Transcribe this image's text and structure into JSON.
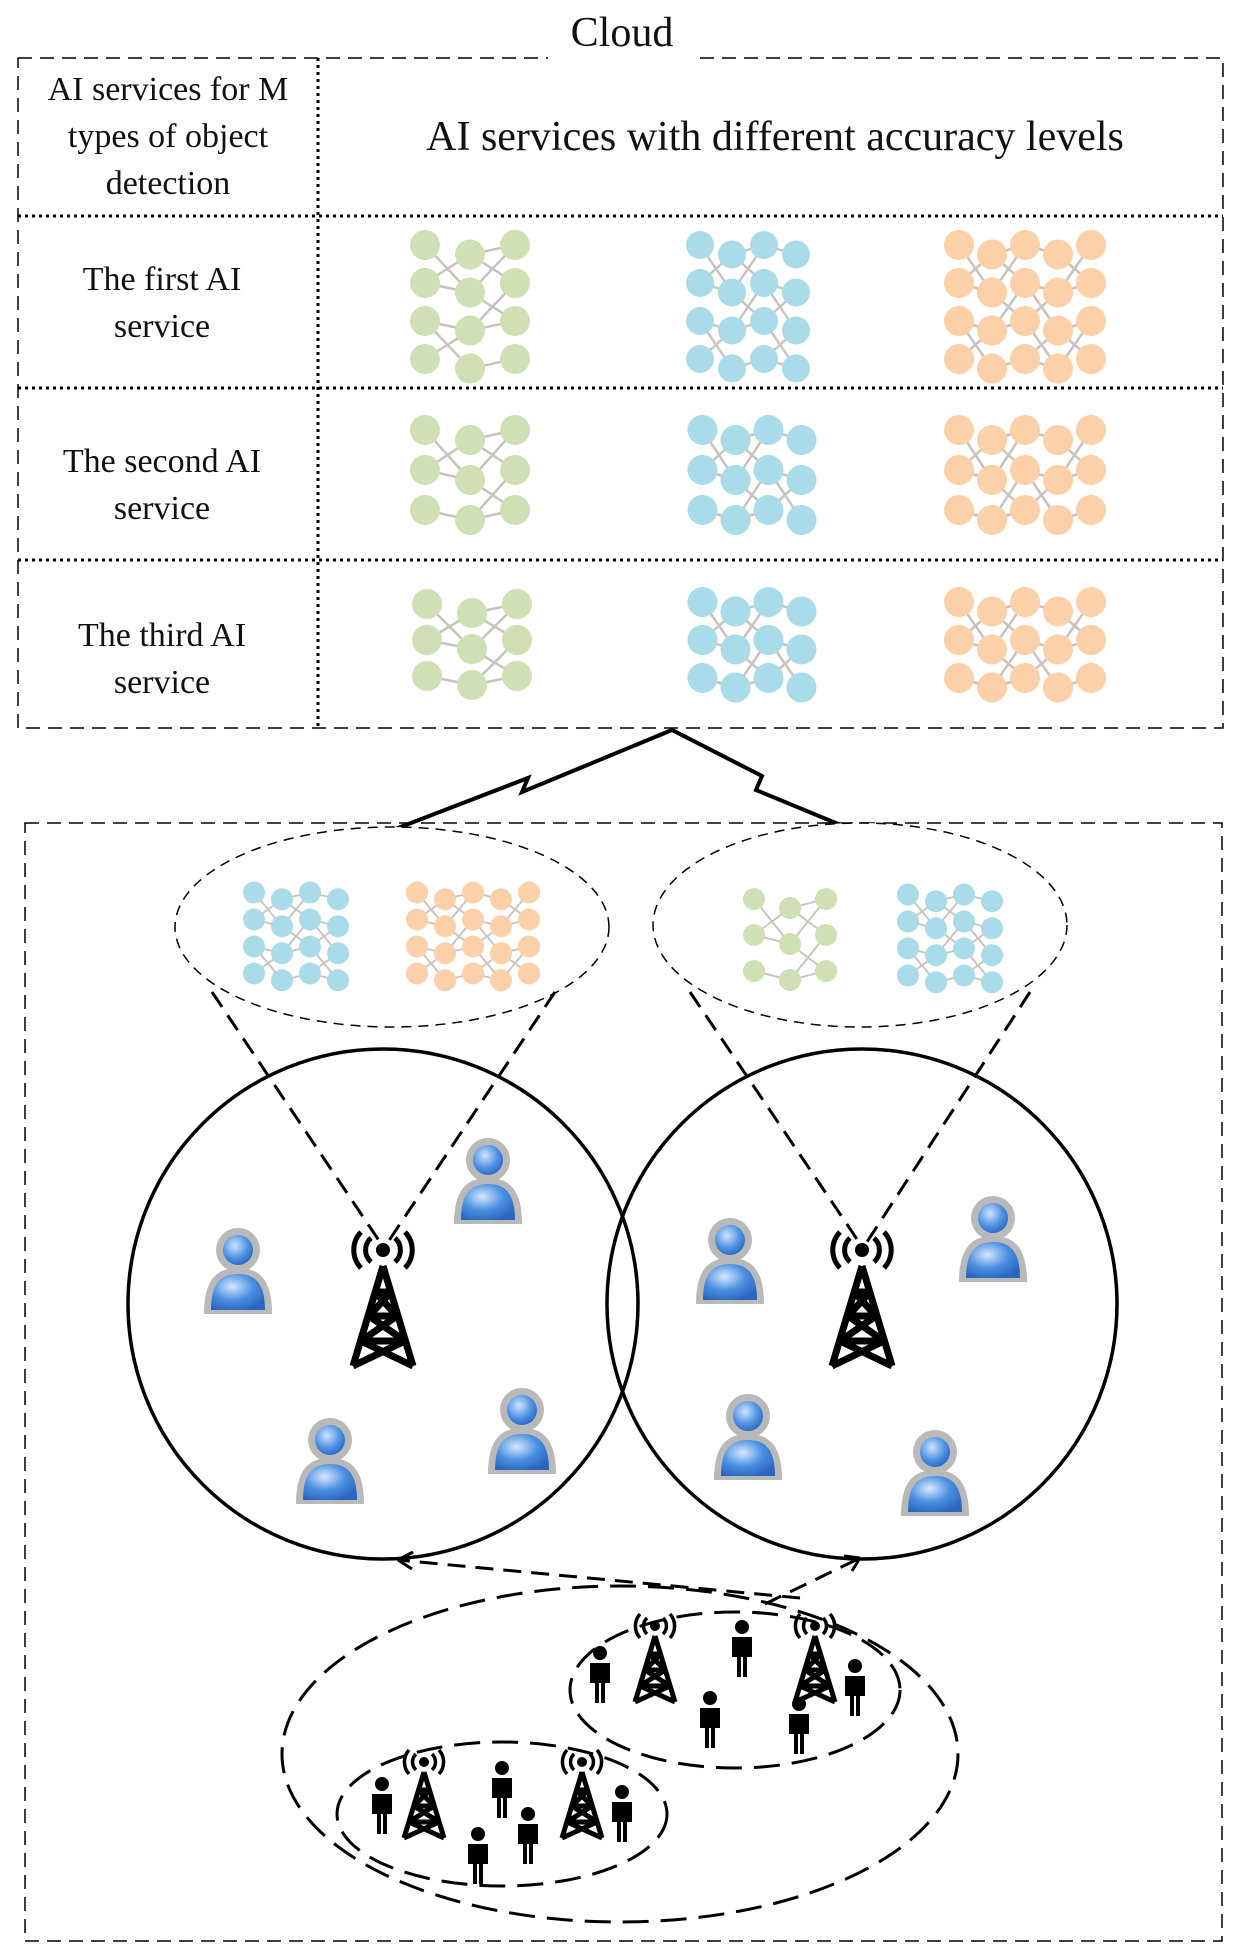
{
  "cloud_title": "Cloud",
  "table": {
    "header_left_lines": [
      "AI services for M",
      "types of object",
      "detection"
    ],
    "header_right": "AI services with different accuracy levels",
    "rows": [
      {
        "label_lines": [
          "The first AI",
          "service"
        ]
      },
      {
        "label_lines": [
          "The second AI",
          "service"
        ]
      },
      {
        "label_lines": [
          "The third AI",
          "service"
        ]
      }
    ]
  },
  "colors": {
    "green_node": "#cfe0b4",
    "blue_node": "#a9dbe8",
    "orange_node": "#fcd0a8",
    "edge": "#c9c2bd",
    "user_blue": "#4a8fe0",
    "user_gray": "#b9b9b9",
    "line": "#000000"
  },
  "icons": [
    "tower-icon",
    "user-icon",
    "person-icon",
    "lightning-link-icon"
  ]
}
